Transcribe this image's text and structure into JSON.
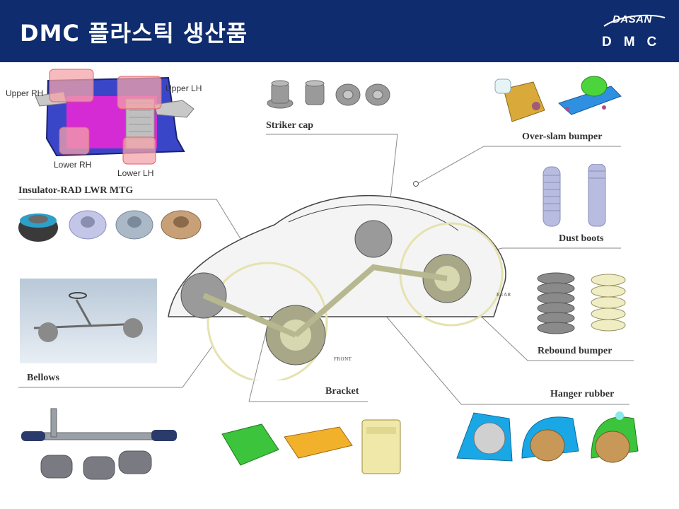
{
  "header": {
    "title": "DMC 플라스틱 생산품",
    "logo_top": "DASAN",
    "logo_bottom": "DMC"
  },
  "radiator": {
    "upper_rh": "Upper RH",
    "upper_lh": "Upper LH",
    "lower_rh": "Lower RH",
    "lower_lh": "Lower LH"
  },
  "labels": {
    "striker_cap": "Striker cap",
    "over_slam_bumper": "Over-slam bumper",
    "insulator": "Insulator-RAD LWR MTG",
    "dust_boots": "Dust boots",
    "rebound_bumper": "Rebound bumper",
    "bellows": "Bellows",
    "bracket": "Bracket",
    "hanger_rubber": "Hanger rubber"
  },
  "car": {
    "front": "FRONT",
    "rear": "REAR"
  },
  "colors": {
    "header_bg": "#0e2c6e",
    "accent_green": "#3cc43c",
    "accent_blue": "#1aa7e6",
    "accent_yellow": "#f2b12b"
  }
}
